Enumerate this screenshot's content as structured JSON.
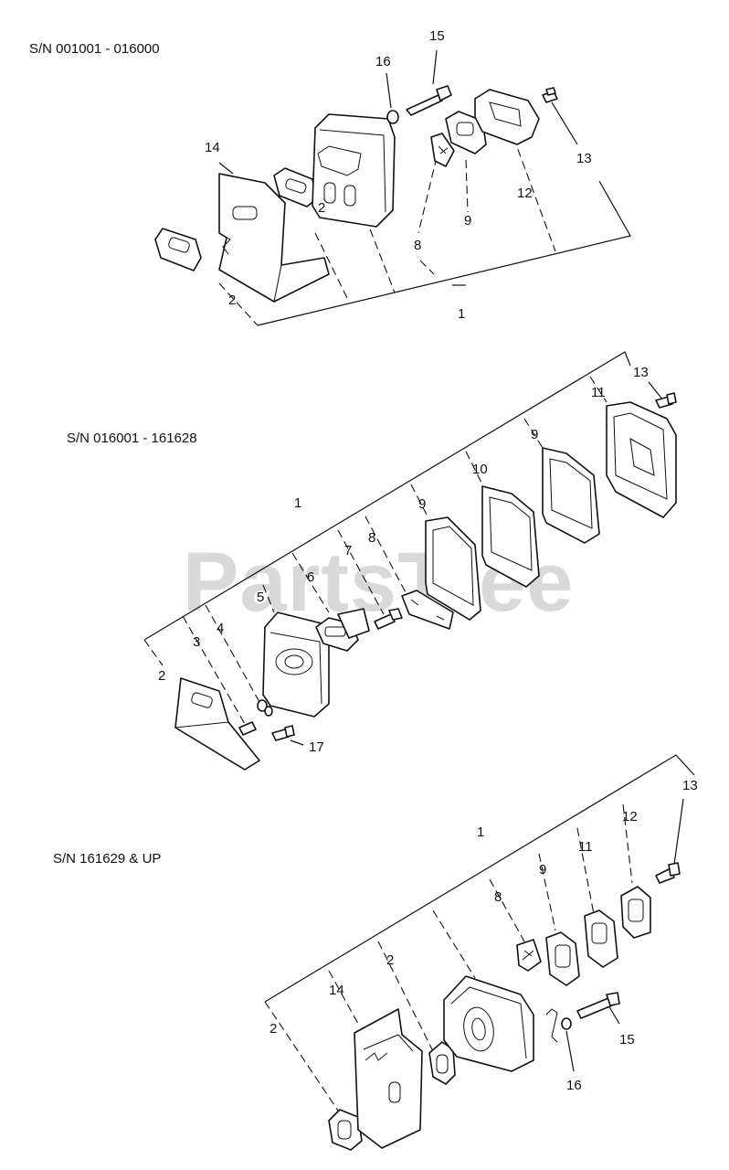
{
  "watermark": "PartsTree",
  "sections": [
    {
      "serial_label": "S/N 001001 - 016000",
      "callouts": [
        "16",
        "15",
        "13",
        "12",
        "9",
        "8",
        "1",
        "2",
        "14",
        "2"
      ]
    },
    {
      "serial_label": "S/N 016001 - 161628",
      "callouts": [
        "13",
        "11",
        "9",
        "10",
        "9",
        "8",
        "7",
        "6",
        "5",
        "4",
        "3",
        "2",
        "1",
        "17"
      ]
    },
    {
      "serial_label": "S/N 161629 & UP",
      "callouts": [
        "13",
        "12",
        "11",
        "9",
        "8",
        "1",
        "2",
        "14",
        "2",
        "15",
        "16"
      ]
    }
  ]
}
